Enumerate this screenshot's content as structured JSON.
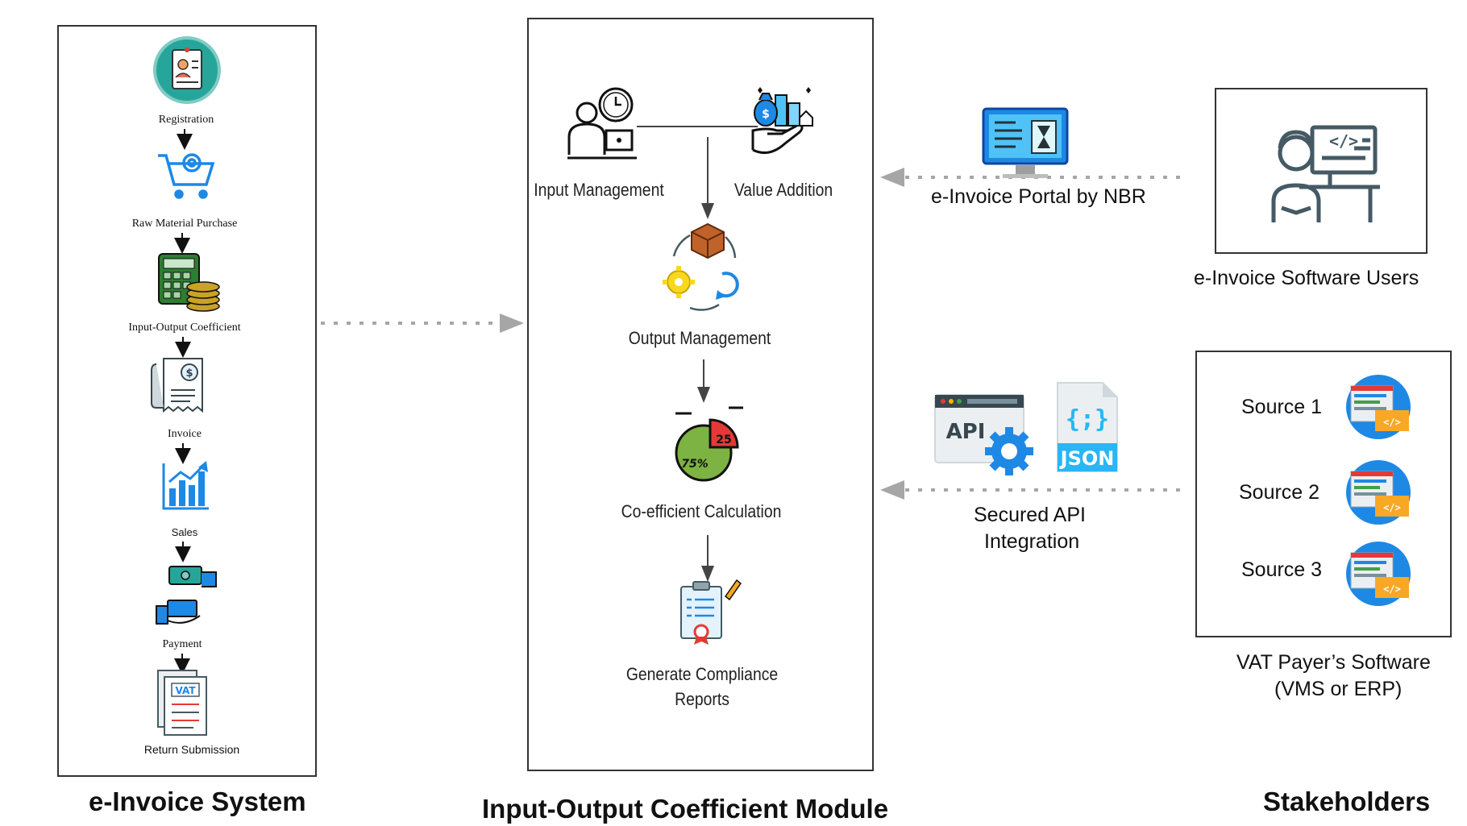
{
  "left_panel": {
    "title": "e-Invoice System",
    "steps": [
      "Registration",
      "Raw Material Purchase",
      "Input-Output Coefficient",
      "Invoice",
      "Sales",
      "Payment",
      "Return Submission"
    ]
  },
  "middle_panel": {
    "title": "Input-Output Coefficient Module",
    "input_management": "Input Management",
    "value_addition": "Value Addition",
    "output_management": "Output Management",
    "coefficient_calc": "Co-efficient Calculation",
    "pie_big": "75%",
    "pie_small": "25",
    "compliance_line1": "Generate Compliance",
    "compliance_line2": "Reports"
  },
  "right_panel": {
    "title": "Stakeholders",
    "portal_label": "e-Invoice Portal by NBR",
    "software_users_label": "e-Invoice Software Users",
    "api_text": "API",
    "json_text": "JSON",
    "json_braces": "{;}",
    "api_line1": "Secured API",
    "api_line2": "Integration",
    "sources": [
      "Source 1",
      "Source 2",
      "Source 3"
    ],
    "vat_line1": "VAT Payer’s Software",
    "vat_line2": "(VMS or ERP)"
  },
  "colors": {
    "border": "#333333",
    "connector": "#a6a6a6",
    "teal": "#2aa198",
    "blue": "#1e88e5",
    "orange": "#f9a825",
    "green": "#7cb342",
    "red": "#e53935"
  }
}
